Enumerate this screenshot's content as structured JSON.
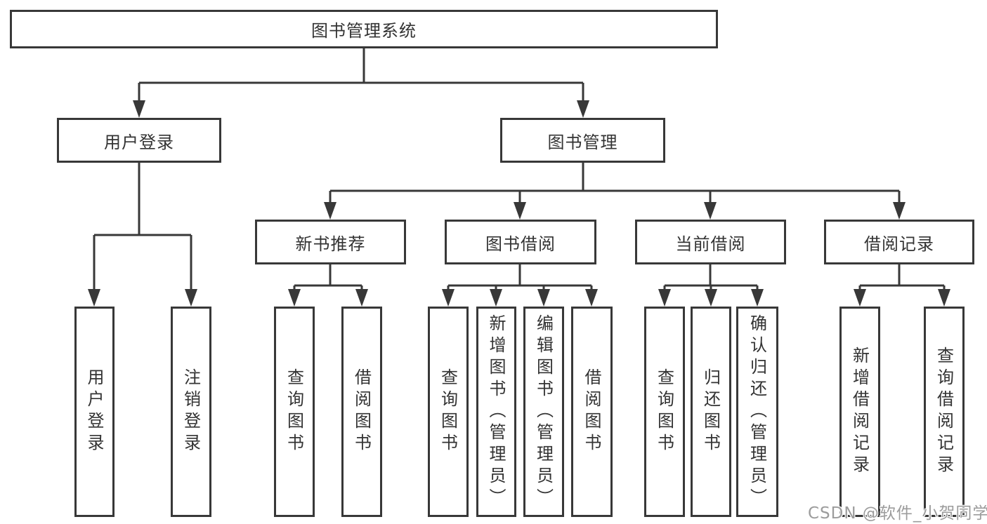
{
  "colors": {
    "line": "#383838",
    "box_border": "#383838",
    "text": "#333333",
    "background": "#ffffff",
    "watermark_text": "#9c9c9c"
  },
  "root": {
    "label": "图书管理系统"
  },
  "branches": {
    "user_login": {
      "label": "用户登录"
    },
    "book_management": {
      "label": "图书管理"
    }
  },
  "sections": {
    "new_book_recommend": {
      "label": "新书推荐"
    },
    "book_borrowing": {
      "label": "图书借阅"
    },
    "current_borrowing": {
      "label": "当前借阅"
    },
    "borrow_records": {
      "label": "借阅记录"
    }
  },
  "leaves": {
    "user_login": "用户登录",
    "logout": "注销登录",
    "recommend_query_book": "查询图书",
    "recommend_borrow_book": "借阅图书",
    "borrowing_query_book": "查询图书",
    "borrowing_add_book_admin": "新增图书（管理员）",
    "borrowing_edit_book_admin": "编辑图书（管理员）",
    "borrowing_borrow_book": "借阅图书",
    "current_query_book": "查询图书",
    "current_return_book": "归还图书",
    "current_confirm_return_admin": "确认归还（管理员）",
    "records_add_record": "新增借阅记录",
    "records_query_record": "查询借阅记录"
  },
  "watermark": {
    "text": "CSDN @软件_小贺同学"
  }
}
